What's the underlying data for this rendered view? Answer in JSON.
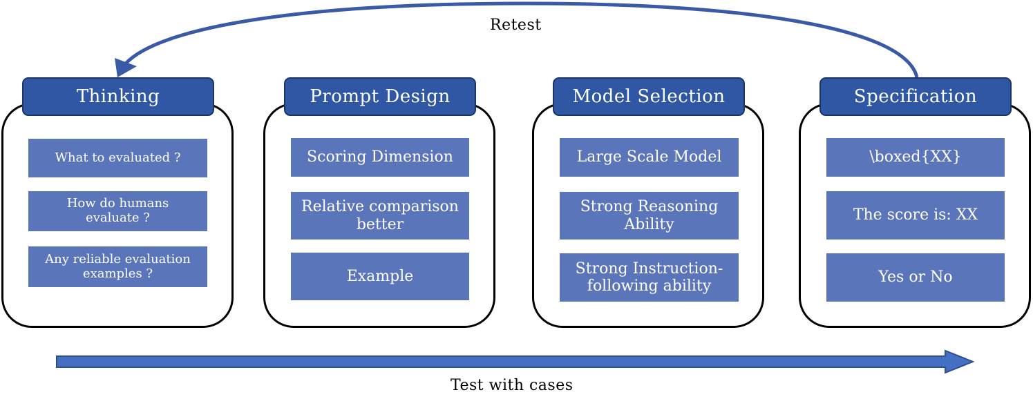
{
  "retest_label": "Retest",
  "bottom_label": "Test with cases",
  "colors": {
    "tab": "#2f57a3",
    "item": "#5b75bb",
    "arrow": "#3a5aa8"
  },
  "stages": [
    {
      "title": "Thinking",
      "items": [
        "What to evaluated ?",
        "How do humans evaluate ?",
        "Any reliable evaluation examples ?"
      ]
    },
    {
      "title": "Prompt Design",
      "items": [
        "Scoring Dimension",
        "Relative comparison better",
        "Example"
      ]
    },
    {
      "title": "Model Selection",
      "items": [
        "Large Scale Model",
        "Strong Reasoning Ability",
        "Strong Instruction-following ability"
      ]
    },
    {
      "title": "Specification",
      "items": [
        "\\boxed{XX}",
        "The score is: XX",
        "Yes or No"
      ]
    }
  ]
}
